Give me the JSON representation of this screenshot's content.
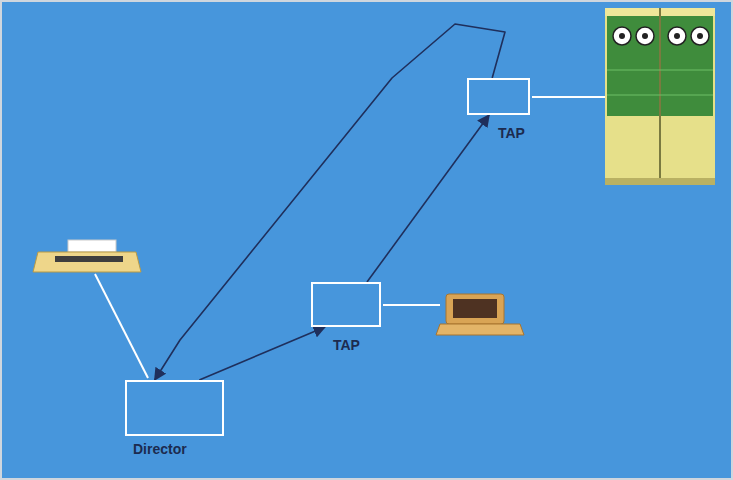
{
  "diagram": {
    "nodes": [
      {
        "text": [
          "TAP"
        ]
      },
      {
        "text": [
          "TAP"
        ]
      },
      {
        "text": [
          "Director"
        ]
      }
    ],
    "edges": [
      {
        "from": 2,
        "to": 1,
        "arrow": "to"
      },
      {
        "from": 1,
        "to": 0,
        "arrow": "to"
      },
      {
        "from": 0,
        "to": 2,
        "arrow": "to"
      }
    ]
  }
}
